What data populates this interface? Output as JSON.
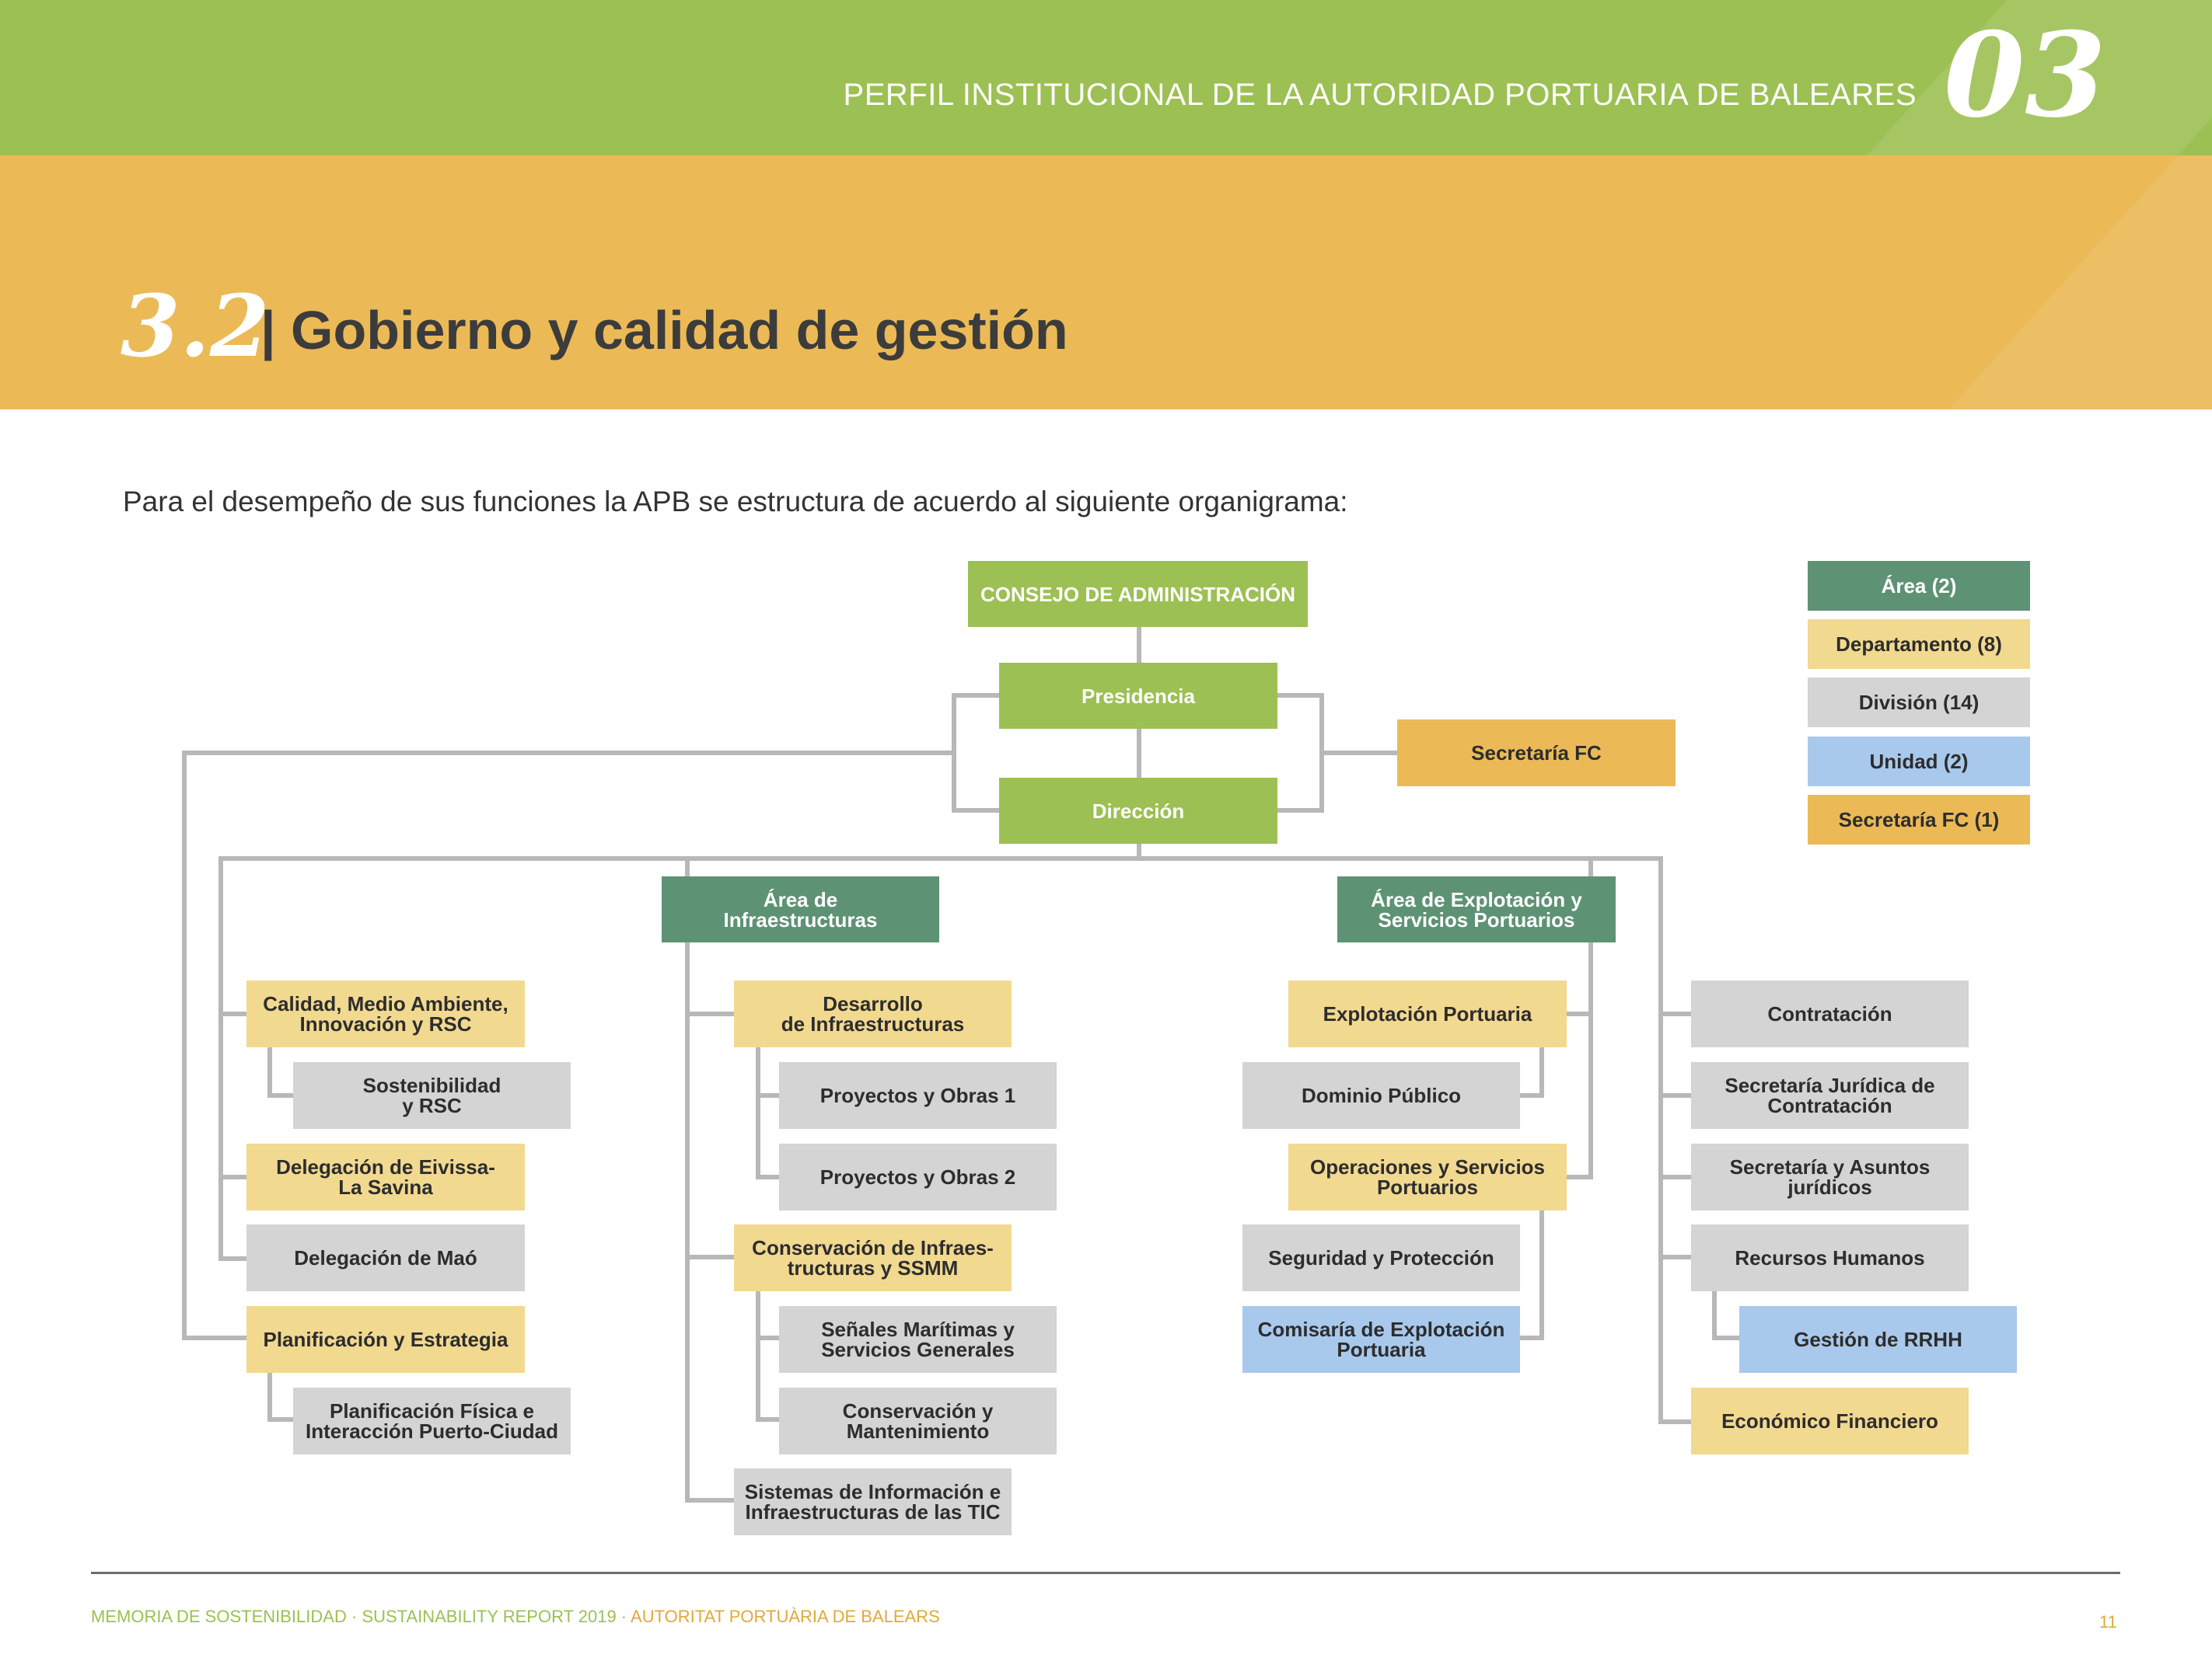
{
  "header": {
    "title": "PERFIL INSTITUCIONAL DE LA AUTORIDAD PORTUARIA DE BALEARES",
    "chapter": "03"
  },
  "section": {
    "number": "3.2",
    "title": "| Gobierno y calidad de gestión"
  },
  "intro": "Para el desempeño de sus funciones la APB se estructura de acuerdo al siguiente organigrama:",
  "legend": {
    "area": "Área (2)",
    "departamento": "Departamento (8)",
    "division": "División (14)",
    "unidad": "Unidad (2)",
    "secretaria": "Secretaría FC (1)"
  },
  "org": {
    "consejo": "CONSEJO DE ADMINISTRACIÓN",
    "presidencia": "Presidencia",
    "direccion": "Dirección",
    "secretaria_fc": "Secretaría FC",
    "area_infra": "Área de\nInfraestructuras",
    "area_explot": "Área de Explotación y\nServicios Portuarios",
    "col1": {
      "calidad": "Calidad, Medio Ambiente,\nInnovación y RSC",
      "sostenibilidad": "Sostenibilidad\ny RSC",
      "eivissa": "Delegación de Eivissa-\nLa Savina",
      "mao": "Delegación de Maó",
      "planificacion": "Planificación y Estrategia",
      "planif_fisica": "Planificación Física e\nInteracción Puerto-Ciudad"
    },
    "col2": {
      "desarrollo": "Desarrollo\nde Infraestructuras",
      "proyectos1": "Proyectos y Obras 1",
      "proyectos2": "Proyectos y Obras 2",
      "conservacion": "Conservación de Infraes-\ntructuras y SSMM",
      "senales": "Señales Marítimas y\nServicios Generales",
      "conserv_mant": "Conservación y\nMantenimiento",
      "sistemas": "Sistemas de Información e\nInfraestructuras de las TIC"
    },
    "col3": {
      "explotacion": "Explotación Portuaria",
      "dominio": "Dominio Público",
      "operaciones": "Operaciones y Servicios\nPortuarios",
      "seguridad": "Seguridad y Protección",
      "comisaria": "Comisaría de Explotación\nPortuaria"
    },
    "col4": {
      "contratacion": "Contratación",
      "sec_juridica": "Secretaría Jurídica de\nContratación",
      "sec_asuntos": "Secretaría y Asuntos\njurídicos",
      "rrhh": "Recursos Humanos",
      "gestion_rrhh": "Gestión de RRHH",
      "economico": "Económico Financiero"
    }
  },
  "footer": {
    "left": "MEMORIA DE SOSTENIBILIDAD · SUSTAINABILITY REPORT 2019 · ",
    "right": "AUTORITAT PORTUÀRIA DE BALEARS",
    "page": "11"
  },
  "colors": {
    "green": "#9cc053",
    "gold": "#ebba57",
    "area": "#5e9275",
    "departamento": "#f2d990",
    "division": "#d4d4d4",
    "unidad": "#a9c9ec",
    "connector": "#b8b8b8"
  }
}
